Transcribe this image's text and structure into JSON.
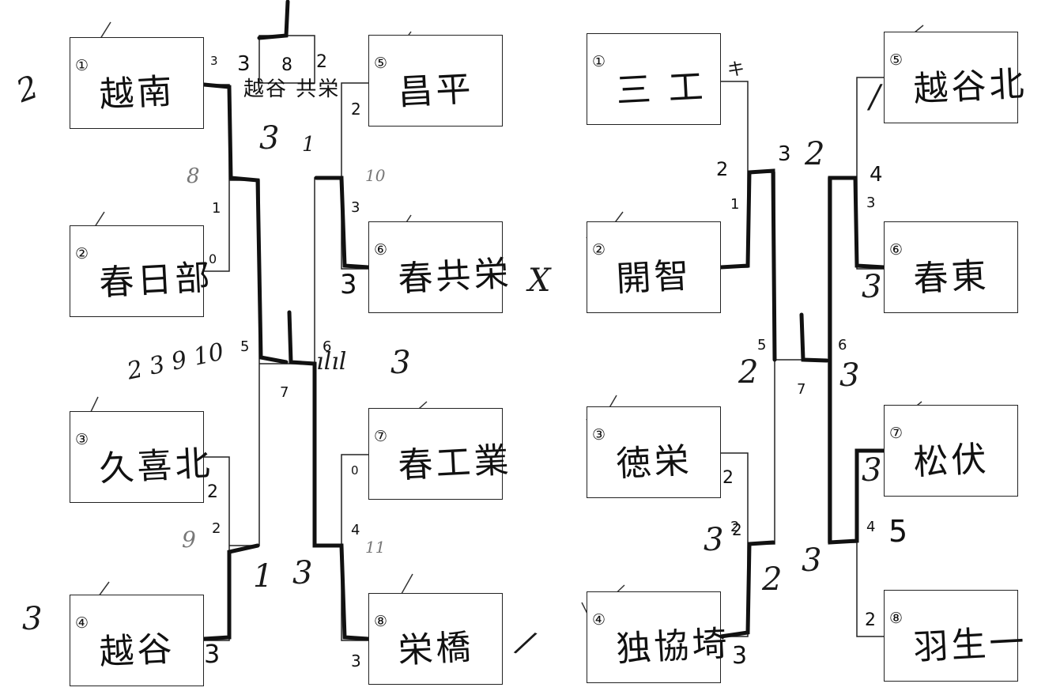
{
  "left_bracket": {
    "teams": [
      {
        "seed": "①",
        "name": "越南"
      },
      {
        "seed": "②",
        "name": "春日部"
      },
      {
        "seed": "③",
        "name": "久喜北"
      },
      {
        "seed": "④",
        "name": "越谷"
      },
      {
        "seed": "⑤",
        "name": "昌平"
      },
      {
        "seed": "⑥",
        "name": "春共栄"
      },
      {
        "seed": "⑦",
        "name": "春工業"
      },
      {
        "seed": "⑧",
        "name": "栄橋"
      }
    ],
    "match_numbers": {
      "m1": "1",
      "m2": "2",
      "m3": "3",
      "m4": "4",
      "m5": "5",
      "m6": "6",
      "m7": "7",
      "m8": "8"
    },
    "scores": {
      "s_top_left": "3",
      "s_top_right": "3",
      "s_8_right": "2",
      "s_5_left": "2",
      "s_2_bottom": "0",
      "s_3_right": "2",
      "s_4_right": "3",
      "s_6_left": "3",
      "s_7_left": "0",
      "s_8_left": "3"
    },
    "handwritten": {
      "champion": "越谷 共栄",
      "h1": "2",
      "h2": "3",
      "h3": "3",
      "h4": "1",
      "h5": "3",
      "h6": "3",
      "h7": "1",
      "h8": "3",
      "h9": "X",
      "h10": "8",
      "h11": "9",
      "h12": "10",
      "h13": "11",
      "h14": "2 3 9 10",
      "h15": "ılıl",
      "h16": "3",
      "h17": "/",
      "h18": "/"
    }
  },
  "right_bracket": {
    "teams": [
      {
        "seed": "①",
        "name": "三 工"
      },
      {
        "seed": "②",
        "name": "開智"
      },
      {
        "seed": "③",
        "name": "徳栄"
      },
      {
        "seed": "④",
        "name": "独協埼"
      },
      {
        "seed": "⑤",
        "name": "越谷北"
      },
      {
        "seed": "⑥",
        "name": "春東"
      },
      {
        "seed": "⑦",
        "name": "松伏"
      },
      {
        "seed": "⑧",
        "name": "羽生一"
      }
    ],
    "match_numbers": {
      "m1": "1",
      "m2": "2",
      "m3": "3",
      "m4": "4",
      "m5": "5",
      "m6": "6",
      "m7": "7"
    },
    "scores": {
      "s1": "キ",
      "s2": "2",
      "s3": "3",
      "s4": "2",
      "s5": "4",
      "s6": "5",
      "s7": "2",
      "s8": "2",
      "s9": "3"
    },
    "handwritten": {
      "h1": "2",
      "h2": "3",
      "h3": "2",
      "h4": "3",
      "h5": "3",
      "h6": "2",
      "h7": "3",
      "h8": "3",
      "h9": "/"
    }
  },
  "colors": {
    "ink": "#111111",
    "pencil": "#8a8a8a",
    "paper": "#ffffff"
  }
}
